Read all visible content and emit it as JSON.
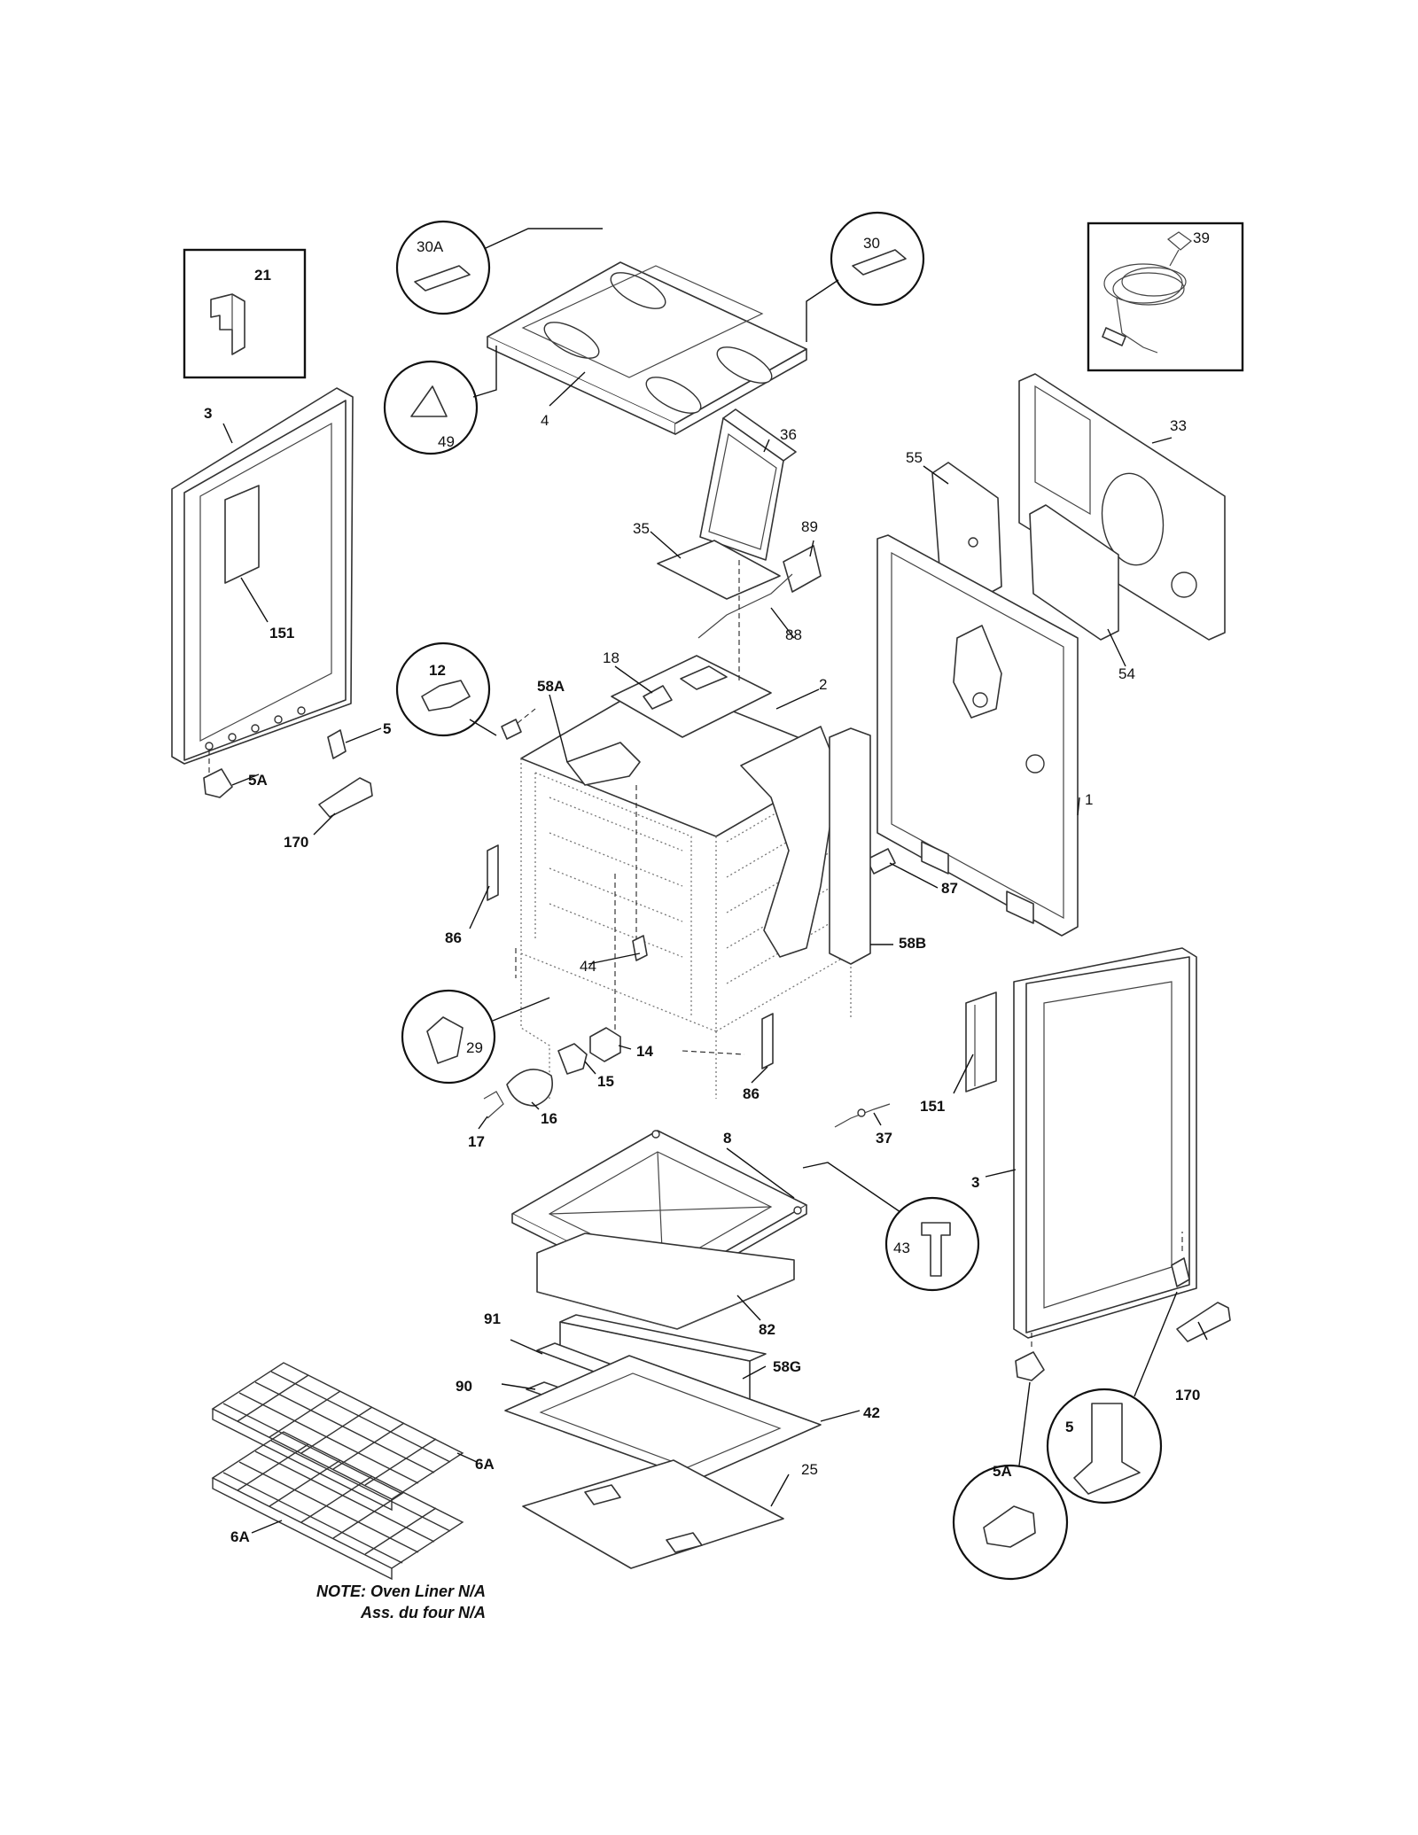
{
  "labels": {
    "l_21": "21",
    "l_30A": "30A",
    "l_30": "30",
    "l_39": "39",
    "l_3_left": "3",
    "l_49": "49",
    "l_4": "4",
    "l_36": "36",
    "l_33": "33",
    "l_55": "55",
    "l_35": "35",
    "l_89": "89",
    "l_151_left": "151",
    "l_88": "88",
    "l_54": "54",
    "l_12": "12",
    "l_18": "18",
    "l_58A": "58A",
    "l_2": "2",
    "l_5_left": "5",
    "l_5A_left": "5A",
    "l_170_left": "170",
    "l_1": "1",
    "l_87": "87",
    "l_44": "44",
    "l_86_left": "86",
    "l_58B": "58B",
    "l_29": "29",
    "l_14": "14",
    "l_15": "15",
    "l_86_right": "86",
    "l_16": "16",
    "l_151_right": "151",
    "l_17": "17",
    "l_37": "37",
    "l_8": "8",
    "l_3_right": "3",
    "l_43": "43",
    "l_91": "91",
    "l_82": "82",
    "l_58G": "58G",
    "l_170_right": "170",
    "l_90": "90",
    "l_42": "42",
    "l_5_right": "5",
    "l_6A_upper": "6A",
    "l_25": "25",
    "l_5A_right": "5A",
    "l_6A_lower": "6A"
  },
  "note": {
    "line1": "NOTE: Oven Liner N/A",
    "line2": "Ass. du four N/A"
  }
}
